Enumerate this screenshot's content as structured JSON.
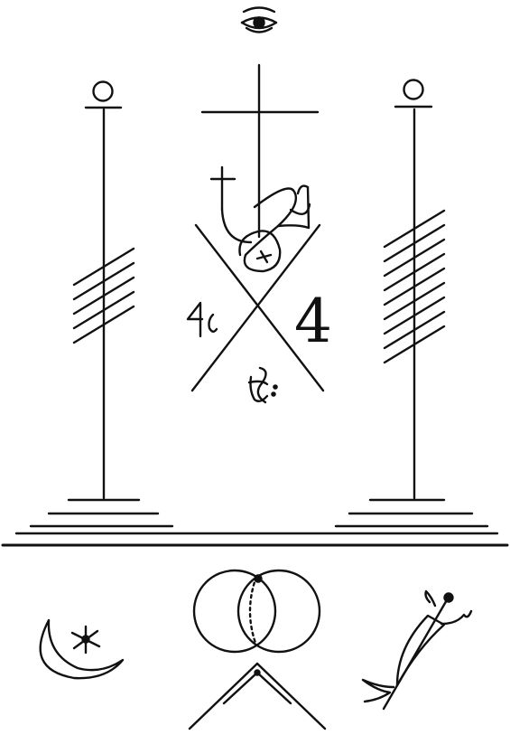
{
  "figure": {
    "kind": "masonic-emblem-drawing",
    "ink_color": "#111111",
    "paper_color": "#ffffff",
    "center_numeral": "4",
    "icons": {
      "top": "all-seeing-eye-icon",
      "pillar_left_cap": "circle-icon",
      "pillar_right_cap": "circle-icon",
      "bottom_left": "crescent-moon-star-icon",
      "bottom_center": "vesica-compass-icon",
      "bottom_right": "caduceus-branch-icon"
    },
    "pillars": {
      "left_bars": 5,
      "right_bars": 9
    }
  }
}
